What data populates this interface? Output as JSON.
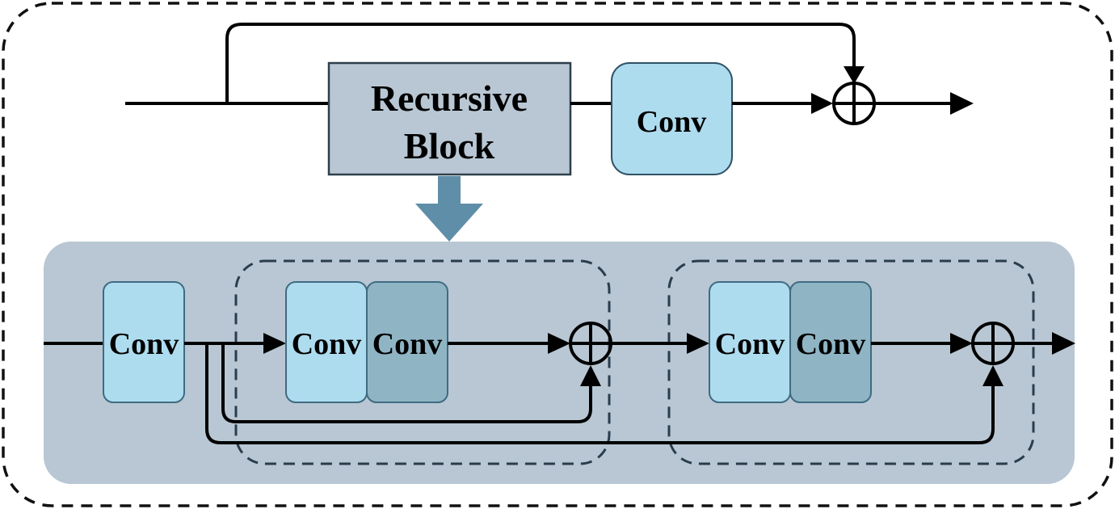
{
  "top": {
    "recursive_block_label_line1": "Recursive",
    "recursive_block_label_line2": "Block",
    "conv_label": "Conv"
  },
  "bottom": {
    "conv_first_label": "Conv",
    "group1": {
      "conv_a_label": "Conv",
      "conv_b_label": "Conv"
    },
    "group2": {
      "conv_a_label": "Conv",
      "conv_b_label": "Conv"
    }
  },
  "colors": {
    "outer_border": "#111111",
    "recursive_block_fill": "#b8c7d3",
    "bottom_panel_fill": "#b8c7d3",
    "conv_light_fill": "#aedcef",
    "conv_dark_fill": "#8fb5c5",
    "down_arrow_fill": "#5f8ea8",
    "group_dash": "#2a3d4d",
    "line": "#000000"
  }
}
